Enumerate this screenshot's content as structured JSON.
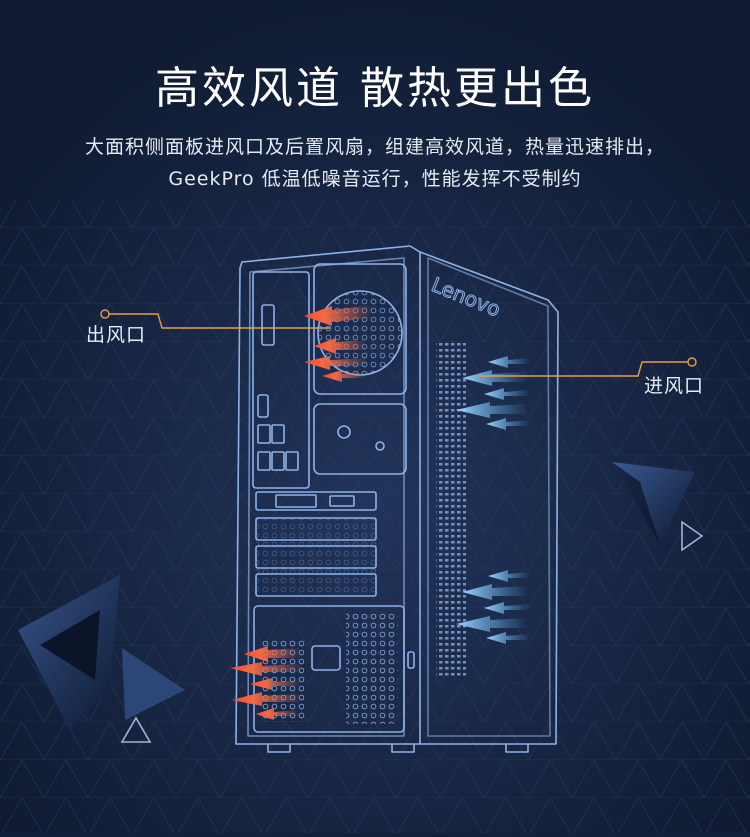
{
  "title": "高效风道 散热更出色",
  "description": {
    "line1": "大面积侧面板进风口及后置风扇，组建高效风道，热量迅速排出，",
    "line2": "GeekPro 低温低噪音运行，性能发挥不受制约"
  },
  "callouts": {
    "exhaust": "出风口",
    "intake": "进风口"
  },
  "logo_text": "Lenovo",
  "colors": {
    "background": "#13203a",
    "line_art": "#8fb2e6",
    "exhaust_arrow": "#f26a45",
    "intake_arrow": "#5fb4f4",
    "callout_line": "#e0a24c"
  },
  "icons": [
    "exhaust-arrow-icon",
    "intake-arrow-icon",
    "play-triangle-icon"
  ]
}
